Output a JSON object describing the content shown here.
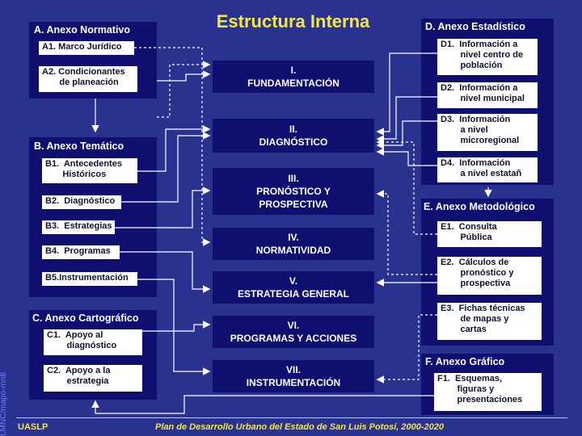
{
  "title": "Estructura Interna",
  "annex_a": {
    "heading": "A. Anexo Normativo",
    "items": [
      "A1. Marco Jurídico",
      "A2. Condicionantes\n       de planeación"
    ]
  },
  "annex_b": {
    "heading": "B. Anexo Temático",
    "items": [
      "B1.  Antecedentes\n       Históricos",
      "B2.  Diagnóstico",
      "B3.  Estrategias",
      "B4.  Programas",
      "B5.Instrumentación"
    ]
  },
  "annex_c": {
    "heading": "C. Anexo Cartográfico",
    "items": [
      "C1.  Apoyo al\n        diagnóstico",
      "C2.  Apoyo a la\n        estrategia"
    ]
  },
  "annex_d": {
    "heading": "D. Anexo Estadístico",
    "items": [
      "D1.  Información a\n        nivel centro de\n        población",
      "D2.  Información a\n        nivel municipal",
      "D3.  Información\n        a nivel\n        microregional",
      "D4.  Información\n        a nivel estatañ"
    ]
  },
  "annex_e": {
    "heading": "E. Anexo Metodológico",
    "items": [
      "E1.  Consulta\n        Pública",
      "E2.  Cálculos de\n        pronóstico y\n        prospectiva",
      "E3.  Fichas técnicas\n        de mapas y\n        cartas"
    ]
  },
  "annex_f": {
    "heading": "F. Anexo Gráfico",
    "items": [
      "F1.  Esquemas,\n        figuras y\n        presentaciones"
    ]
  },
  "sections": [
    "I.\nFUNDAMENTACIÓN",
    "II.\nDIAGNÓSTICO",
    "III.\nPRONÓSTICO Y\nPROSPECTIVA",
    "IV.\nNORMATIVIDAD",
    "V.\nESTRATEGIA GENERAL",
    "VI.\nPROGRAMAS Y ACCIONES",
    "VII.\nINSTRUMENTACIÓN"
  ],
  "footer": {
    "left": "UASLP",
    "center": "Plan de Desarrollo Urbano del Estado de San Luis Potosí, 2000-2020",
    "side": "LMNC/mapo-mrdl"
  },
  "colors": {
    "background": "#2a3290",
    "panel": "#0e0f6e",
    "title": "#f6e83a",
    "connector": "#ffffff"
  }
}
